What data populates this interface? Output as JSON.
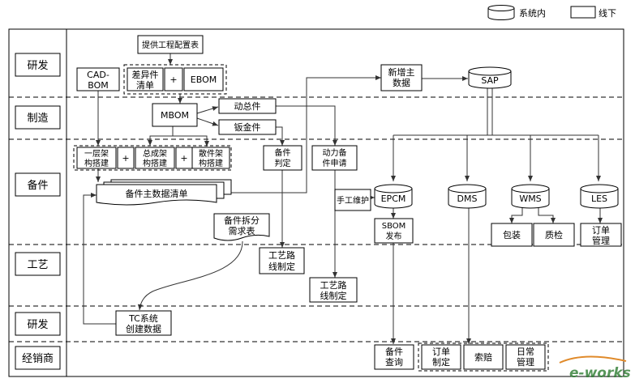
{
  "legend": {
    "system_label": "系统内",
    "offline_label": "线下"
  },
  "lanes": [
    "研发",
    "制造",
    "备件",
    "工艺",
    "研发",
    "经销商"
  ],
  "nodes": {
    "config_table": "提供工程配置表",
    "cad_bom": [
      "CAD-",
      "BOM"
    ],
    "diff_list": [
      "差异件",
      "清单"
    ],
    "plus": "+",
    "ebom": "EBOM",
    "mbom": "MBOM",
    "power_assembly": "动总件",
    "sheet_metal": "钣金件",
    "new_master": [
      "新增主",
      "数据"
    ],
    "sap": "SAP",
    "first_level": [
      "一层架",
      "构搭建"
    ],
    "assembly_arch": [
      "总成架",
      "构搭建"
    ],
    "loose_arch": [
      "散件架",
      "构搭建"
    ],
    "part_judge": [
      "备件",
      "判定"
    ],
    "power_part_apply": [
      "动力备",
      "件申请"
    ],
    "part_master_list": "备件主数据清单",
    "manual_maintain": "手工维护",
    "epcm": "EPCM",
    "dms": "DMS",
    "wms": "WMS",
    "les": "LES",
    "sbom_release": [
      "SBOM",
      "发布"
    ],
    "split_demand": [
      "备件拆分",
      "需求表"
    ],
    "packaging": "包装",
    "quality_check": "质检",
    "order_mgmt": [
      "订单",
      "管理"
    ],
    "route_1": [
      "工艺路",
      "线制定"
    ],
    "route_2": [
      "工艺路",
      "线制定"
    ],
    "tc_create": [
      "TC系统",
      "创建数据"
    ],
    "part_query": [
      "备件",
      "查询"
    ],
    "order_make": [
      "订单",
      "制定"
    ],
    "claim": "索赔",
    "daily_mgmt": [
      "日常",
      "管理"
    ]
  },
  "watermark": "e-works"
}
